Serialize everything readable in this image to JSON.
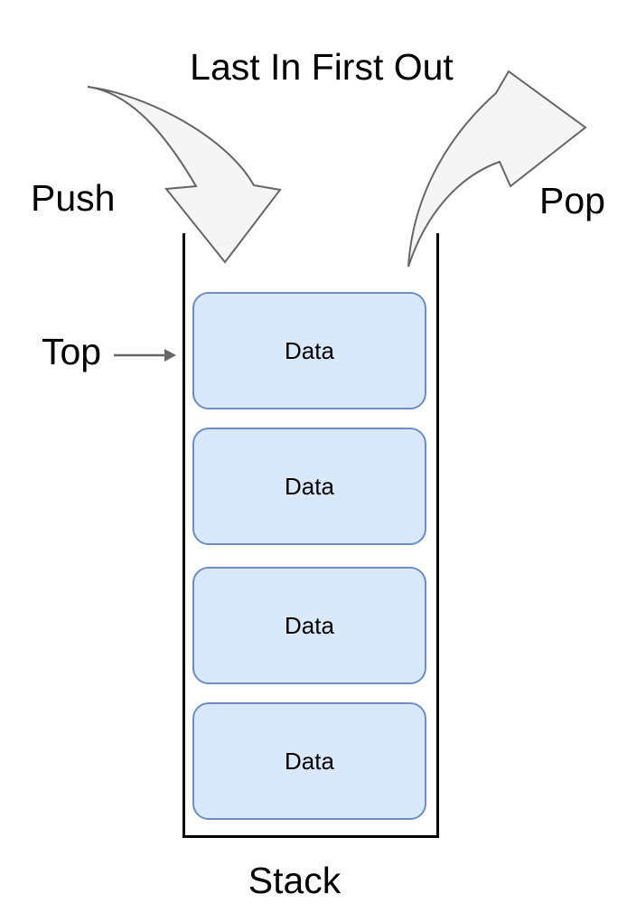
{
  "diagram": {
    "title": "Last In First Out",
    "push_label": "Push",
    "pop_label": "Pop",
    "top_label": "Top",
    "stack_label": "Stack",
    "stack": {
      "items": [
        {
          "label": "Data"
        },
        {
          "label": "Data"
        },
        {
          "label": "Data"
        },
        {
          "label": "Data"
        }
      ]
    },
    "icons": {
      "push_arrow": "curved-arrow-down-icon",
      "pop_arrow": "curved-arrow-up-right-icon",
      "top_pointer": "right-arrow-icon"
    },
    "colors": {
      "box_fill": "#dae8fc",
      "box_border": "#6c8ebf",
      "arrow_fill": "#f5f5f5",
      "arrow_stroke": "#666666",
      "container_stroke": "#000000",
      "text": "#000000"
    }
  }
}
